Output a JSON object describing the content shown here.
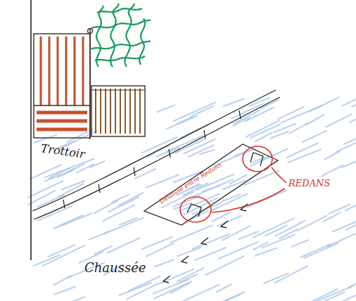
{
  "diagram": {
    "labels": [
      "Trottoir",
      "Délaissé entre Redans",
      "REDANS",
      "Chaussée"
    ]
  }
}
